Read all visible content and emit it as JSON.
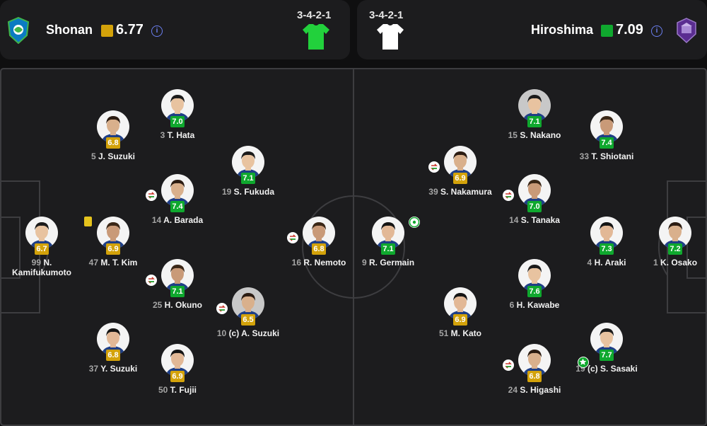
{
  "home": {
    "name": "Shonan",
    "rating": "6.77",
    "rating_color": "#d3a20a",
    "formation": "3-4-2-1",
    "kit_color": "#22d13c",
    "crest_icon": "shonan-crest-icon",
    "info_icon": "info-icon"
  },
  "away": {
    "name": "Hiroshima",
    "rating": "7.09",
    "rating_color": "#0fa82e",
    "formation": "3-4-2-1",
    "kit_color": "#ffffff",
    "crest_icon": "hiroshima-crest-icon",
    "info_icon": "info-icon"
  },
  "players": [
    {
      "num": "99",
      "name": "N.\nKamifukumoto",
      "rating": "6.7",
      "color": "yellow"
    },
    {
      "num": "5",
      "name": "J. Suzuki",
      "rating": "6.8",
      "color": "yellow"
    },
    {
      "num": "47",
      "name": "M. T. Kim",
      "rating": "6.9",
      "color": "yellow",
      "event": "yellow-card"
    },
    {
      "num": "37",
      "name": "Y. Suzuki",
      "rating": "6.8",
      "color": "yellow"
    },
    {
      "num": "3",
      "name": "T. Hata",
      "rating": "7.0",
      "color": "green"
    },
    {
      "num": "14",
      "name": "A. Barada",
      "rating": "7.4",
      "color": "green",
      "event": "substitution"
    },
    {
      "num": "25",
      "name": "H. Okuno",
      "rating": "7.1",
      "color": "green",
      "event": "substitution"
    },
    {
      "num": "50",
      "name": "T. Fujii",
      "rating": "6.9",
      "color": "yellow"
    },
    {
      "num": "19",
      "name": "S. Fukuda",
      "rating": "7.1",
      "color": "green"
    },
    {
      "num": "10",
      "name": "(c) A. Suzuki",
      "rating": "6.5",
      "color": "yellow",
      "event": "substitution"
    },
    {
      "num": "16",
      "name": "R. Nemoto",
      "rating": "6.8",
      "color": "yellow",
      "event": "substitution"
    },
    {
      "num": "9",
      "name": "R. Germain",
      "rating": "7.1",
      "color": "green",
      "event": "goal"
    },
    {
      "num": "15",
      "name": "S. Nakano",
      "rating": "7.1",
      "color": "green"
    },
    {
      "num": "39",
      "name": "S. Nakamura",
      "rating": "6.9",
      "color": "yellow",
      "event": "substitution"
    },
    {
      "num": "14",
      "name": "S. Tanaka",
      "rating": "7.0",
      "color": "green",
      "event": "substitution"
    },
    {
      "num": "51",
      "name": "M. Kato",
      "rating": "6.9",
      "color": "yellow"
    },
    {
      "num": "6",
      "name": "H. Kawabe",
      "rating": "7.6",
      "color": "green"
    },
    {
      "num": "24",
      "name": "S. Higashi",
      "rating": "6.8",
      "color": "yellow",
      "event": "substitution"
    },
    {
      "num": "33",
      "name": "T. Shiotani",
      "rating": "7.4",
      "color": "green"
    },
    {
      "num": "4",
      "name": "H. Araki",
      "rating": "7.3",
      "color": "green"
    },
    {
      "num": "19",
      "name": "(c) S. Sasaki",
      "rating": "7.7",
      "color": "green",
      "event": "player-of-match"
    },
    {
      "num": "1",
      "name": "K. Osako",
      "rating": "7.2",
      "color": "green"
    }
  ]
}
